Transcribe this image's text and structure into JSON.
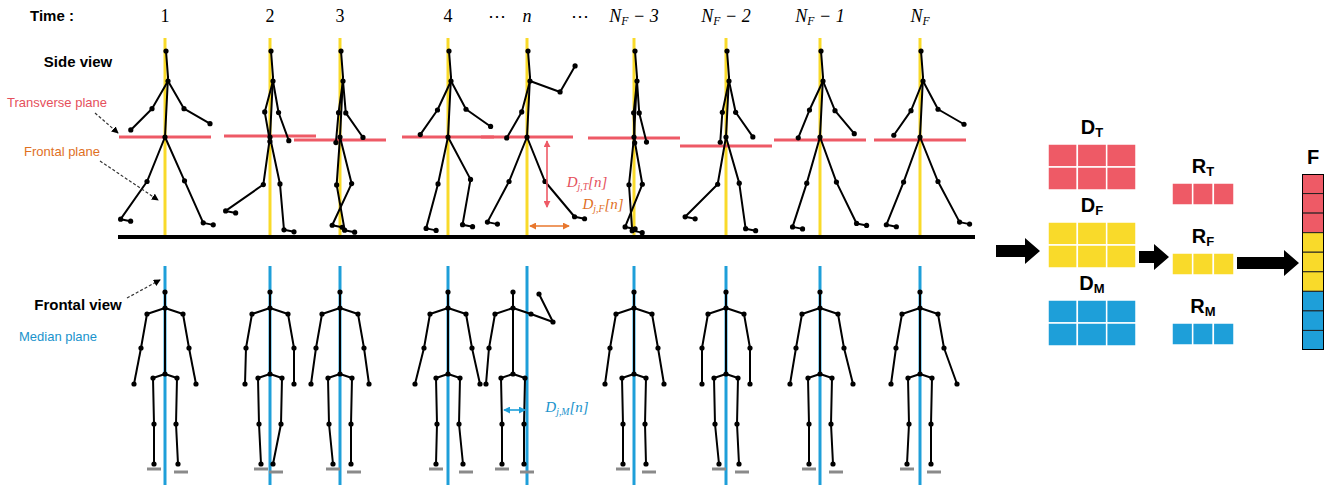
{
  "diagram": {
    "nodes": [
      {
        "text": [
          "DT"
        ]
      },
      {
        "text": [
          "DF"
        ]
      },
      {
        "text": [
          "DM"
        ]
      },
      {
        "text": [
          "RT"
        ]
      },
      {
        "text": [
          "RF"
        ]
      },
      {
        "text": [
          "RM"
        ]
      },
      {
        "text": [
          "F"
        ]
      }
    ],
    "edges": [
      {
        "from": 1,
        "to": 4,
        "arrow": "to"
      },
      {
        "from": 4,
        "to": 6,
        "arrow": "to"
      }
    ],
    "labels": [
      "Time :",
      "1",
      "2",
      "3",
      "4",
      "⋯",
      "n",
      "⋯",
      "NF − 3",
      "NF − 2",
      "NF − 1",
      "NF",
      "Side view",
      "Transverse plane",
      "Frontal plane",
      "Frontal view",
      "Median plane",
      "Dj,T[n]",
      "Dj,F[n]",
      "Dj,M[n]"
    ]
  }
}
